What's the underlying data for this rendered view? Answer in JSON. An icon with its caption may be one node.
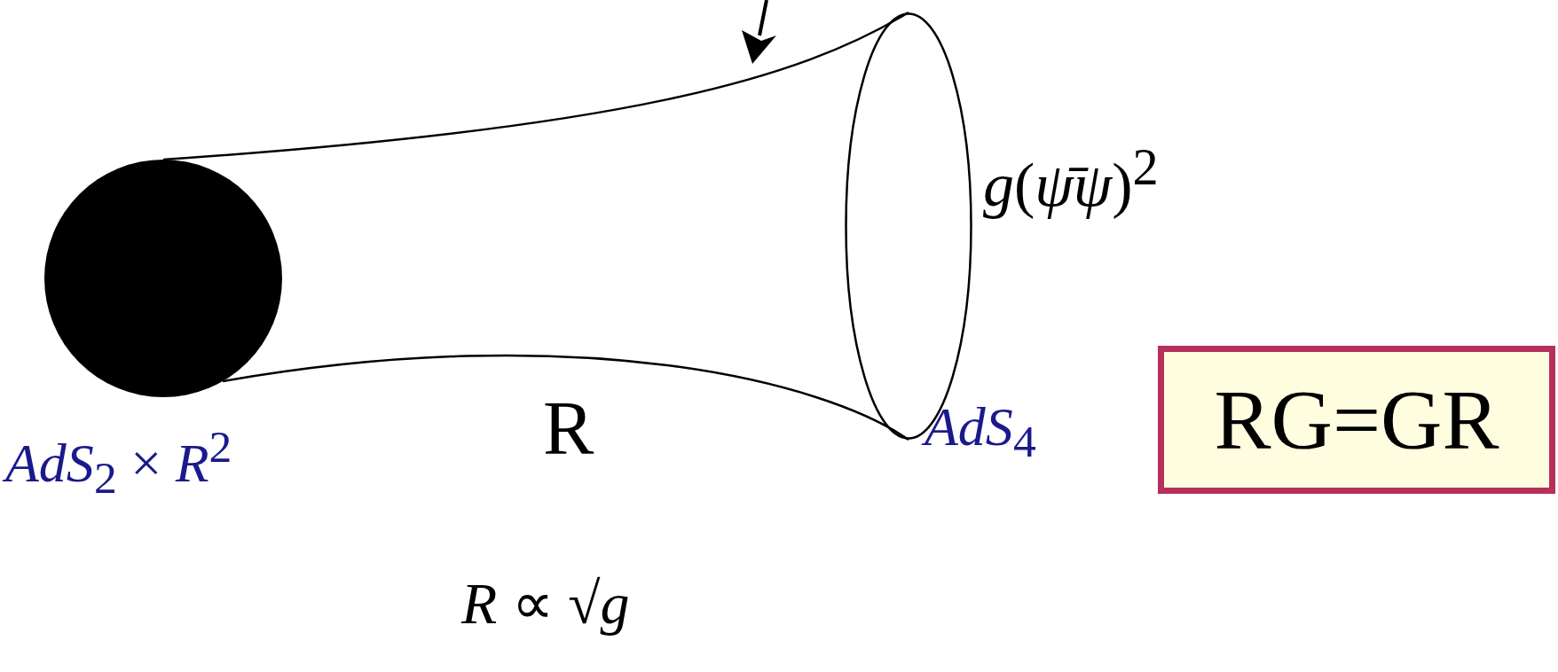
{
  "diagram": {
    "nodes": [
      {
        "text": [],
        "shape": "circle"
      },
      {
        "text": [],
        "shape": "circle"
      },
      {
        "text": [
          "RG=GR"
        ]
      }
    ],
    "edges": [
      {
        "from": 0,
        "to": 1,
        "arrow": "none"
      },
      {
        "from": 0,
        "to": 1,
        "arrow": "none"
      }
    ],
    "labels": [
      "*AdS*$_{2}$ × *R*$^{2}$",
      "R",
      "*g*(*ψ̄ψ*)$^{2}$",
      "*AdS*$_{4}$",
      "*R* ∝ √*g*"
    ]
  }
}
